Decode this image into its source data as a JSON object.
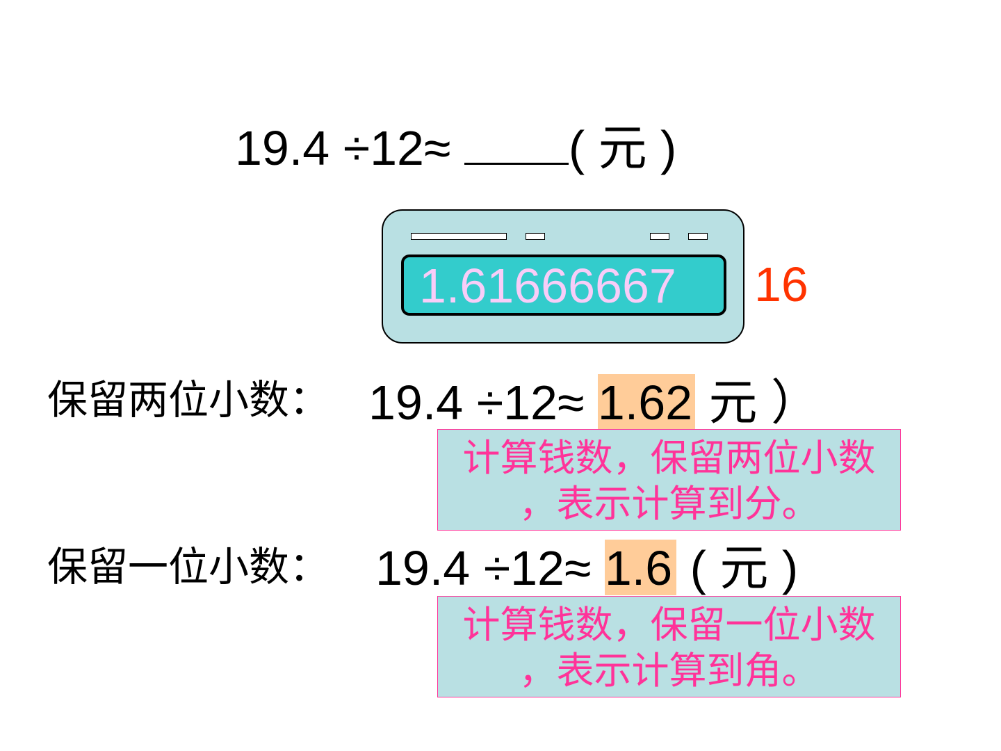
{
  "title_equation": {
    "expression": "19.4 ÷12≈",
    "unit": "( 元 )"
  },
  "calculator": {
    "display": "1.61666667",
    "highlight": "16",
    "colors": {
      "body": "#b9e0e3",
      "screen": "#33cccc",
      "digits": "#f8cdf8",
      "highlight": "#ff3300"
    }
  },
  "rows": [
    {
      "label": "保留两位小数：",
      "expression": "19.4 ÷12≈",
      "answer": "1.62",
      "unit": " 元 ）",
      "note_line1": "计算钱数，保留两位小数",
      "note_line2": "，表示计算到分。"
    },
    {
      "label": "保留一位小数：",
      "expression": "19.4 ÷12≈",
      "answer": "1.6",
      "unit": "( 元 )",
      "note_line1": "计算钱数，保留一位小数",
      "note_line2": "，表示计算到角。"
    }
  ],
  "colors": {
    "answer_highlight": "#ffcc99",
    "note_text": "#ff3399",
    "note_bg": "#b9e0e3"
  }
}
